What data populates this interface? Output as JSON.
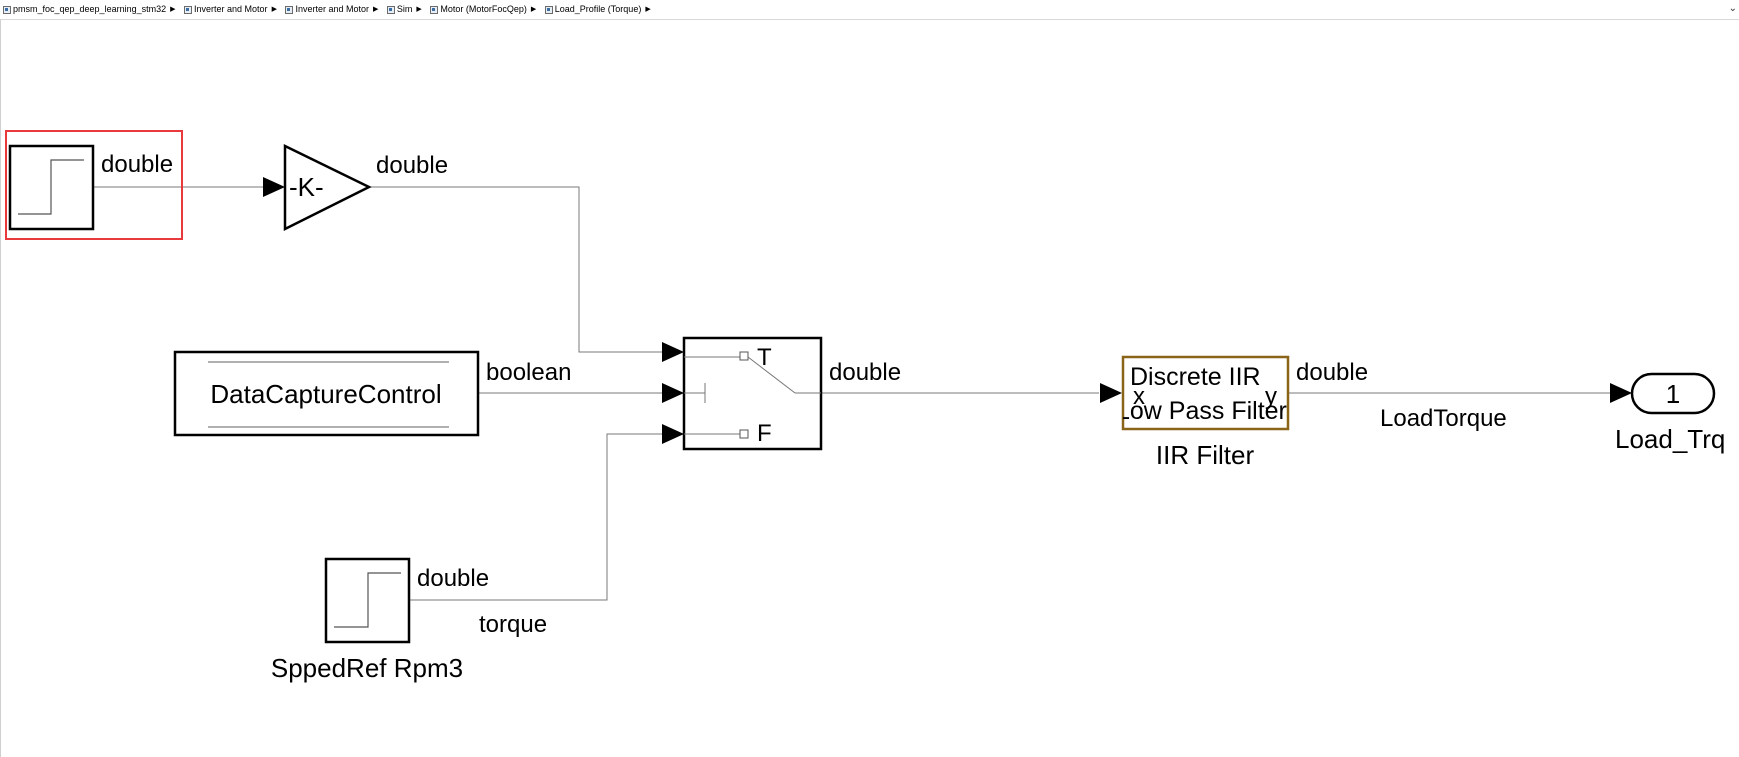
{
  "breadcrumb": {
    "items": [
      {
        "label": "pmsm_foc_qep_deep_learning_stm32",
        "icon": "model-icon"
      },
      {
        "label": "Inverter and Motor",
        "icon": "subsystem-icon"
      },
      {
        "label": "Inverter and Motor",
        "icon": "subsystem-icon"
      },
      {
        "label": "Sim",
        "icon": "subsystem-icon"
      },
      {
        "label": "Motor (MotorFocQep)",
        "icon": "model-reference-icon"
      },
      {
        "label": "Load_Profile (Torque)",
        "icon": "subsystem-icon"
      }
    ],
    "collapse_icon": "chevron-down-icon"
  },
  "diagram": {
    "step1": {
      "signal_type": "double",
      "selected": true,
      "selection_color": "#e8393c"
    },
    "gain": {
      "text": "-K-",
      "signal_type": "double"
    },
    "data_capture": {
      "text": "DataCaptureControl",
      "signal_type": "boolean"
    },
    "switch": {
      "true_port": "T",
      "false_port": "F",
      "signal_type": "double"
    },
    "speed_ref": {
      "name": "SppedRef Rpm3",
      "signal_type": "double",
      "signal_name": "torque"
    },
    "iir": {
      "line1": "Discrete IIR",
      "line2": "Low Pass Filter",
      "in_port": "x",
      "out_port": "y",
      "name": "IIR Filter",
      "signal_type": "double",
      "signal_name": "LoadTorque",
      "border_color": "#8a6418"
    },
    "outport": {
      "number": "1",
      "name": "Load_Trq"
    }
  }
}
